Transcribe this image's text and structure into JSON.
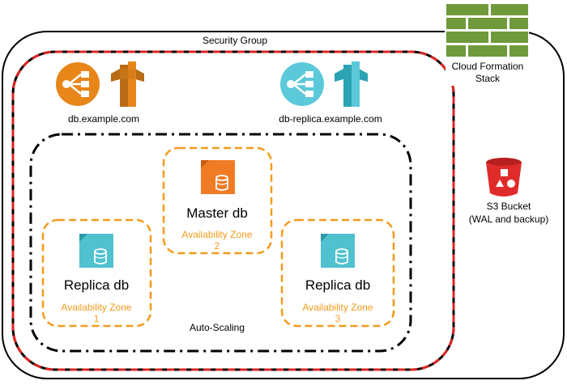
{
  "stack": {
    "title_line1": "Cloud Formation",
    "title_line2": "Stack",
    "icon": "cloudformation-stack-icon"
  },
  "security_group": {
    "label": "Security Group"
  },
  "dns": [
    {
      "name": "db.example.com",
      "color": "#e8861a",
      "icon": "load-balancer-icon"
    },
    {
      "name": "db-replica.example.com",
      "color": "#5bc9d9",
      "icon": "load-balancer-icon"
    }
  ],
  "auto_scaling": {
    "label": "Auto-Scaling"
  },
  "databases": {
    "master": {
      "label": "Master db",
      "zone_line1": "Availability Zone",
      "zone_line2": "2",
      "icon": "rds-master-icon"
    },
    "replica1": {
      "label": "Replica db",
      "zone_line1": "Availability Zone",
      "zone_line2": "1",
      "icon": "rds-replica-icon"
    },
    "replica3": {
      "label": "Replica db",
      "zone_line1": "Availability Zone",
      "zone_line2": "3",
      "icon": "rds-replica-icon"
    }
  },
  "s3": {
    "line1": "S3 Bucket",
    "line2": "(WAL and backup)",
    "icon": "s3-bucket-icon"
  },
  "colors": {
    "master": "#f07b25",
    "replica": "#4fc1cf",
    "zone_border": "#f29b1d",
    "subnet_red": "#e02424",
    "s3": "#e02b2b",
    "stack_green": "#6f9a3c"
  }
}
